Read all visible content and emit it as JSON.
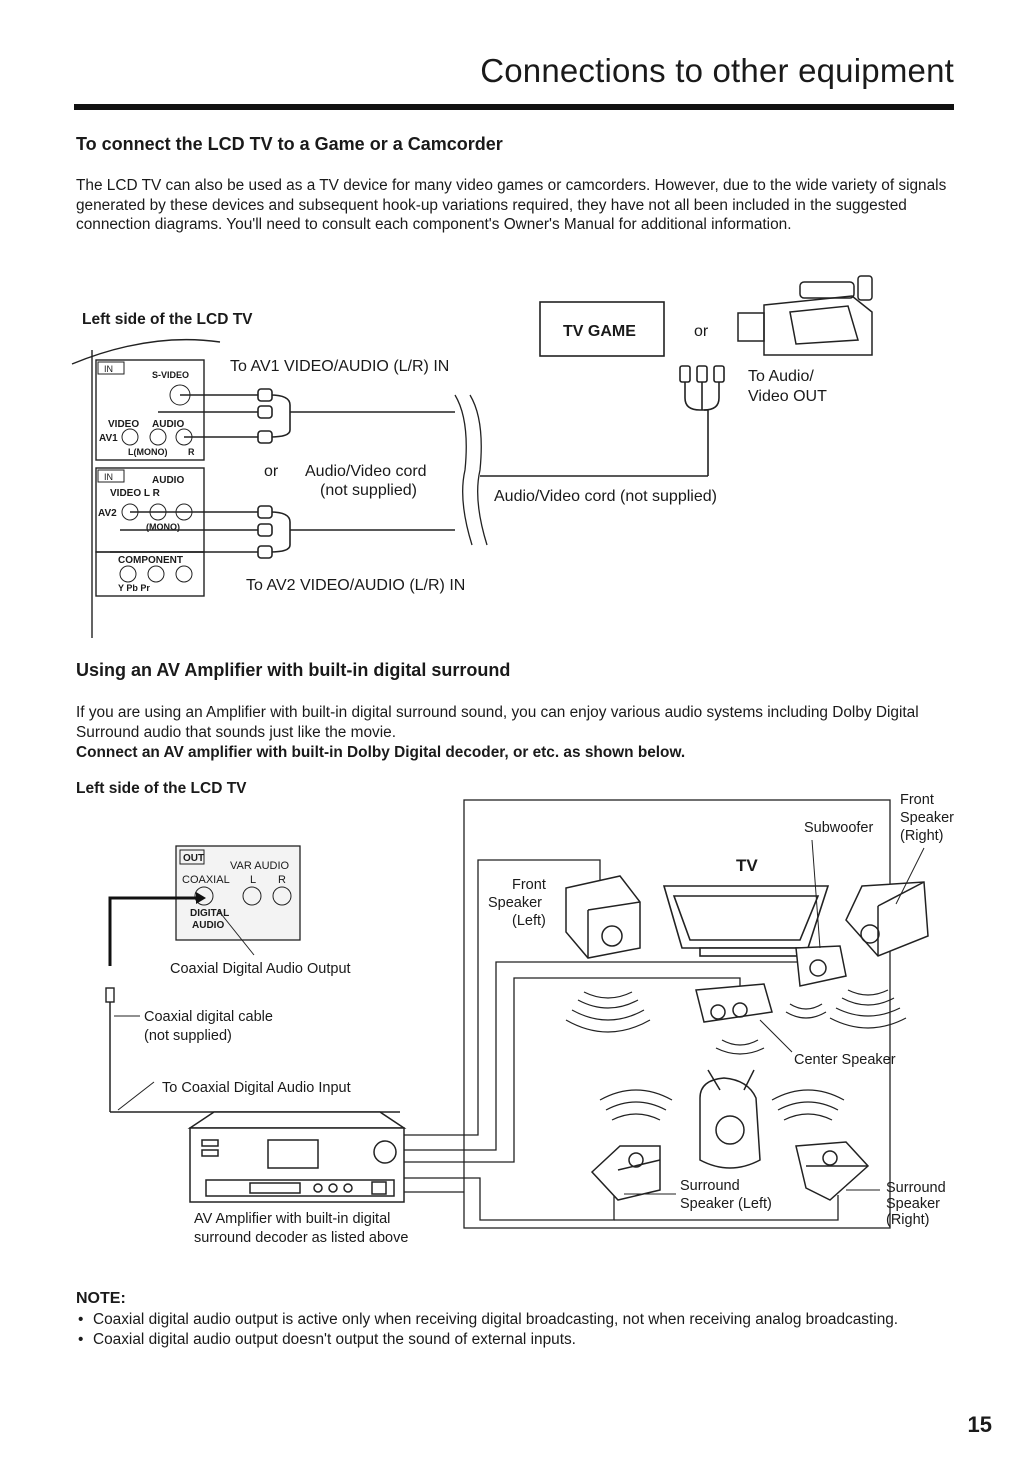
{
  "header": {
    "title": "Connections to other equipment"
  },
  "section1": {
    "heading": "To connect the LCD TV to a Game or a Camcorder",
    "paragraph": "The LCD TV can also be used as a TV device for many video games or camcorders. However, due to the wide variety of signals generated by these devices and subsequent hook-up variations required, they have not all been included in the suggested connection diagrams. You'll need to consult each component's Owner's Manual for additional information.",
    "diagram": {
      "side_label": "Left side of the LCD TV",
      "av1_label": "To AV1 VIDEO/AUDIO (L/R) IN",
      "av2_label": "To AV2 VIDEO/AUDIO (L/R) IN",
      "or_left": "or",
      "cord_left_1": "Audio/Video cord",
      "cord_left_2": "(not supplied)",
      "cord_right": "Audio/Video cord (not supplied)",
      "tv_game": "TV GAME",
      "or_right": "or",
      "out_label_1": "To Audio/",
      "out_label_2": "Video OUT",
      "panel": {
        "svideo": "S-VIDEO",
        "video": "VIDEO",
        "audio": "AUDIO",
        "lmono": "L(MONO)",
        "r": "R",
        "av1": "AV1",
        "av2": "AV2",
        "audio2": "AUDIO",
        "video_l_r": "VIDEO  L    R",
        "mono": "(MONO)",
        "component": "COMPONENT",
        "ypbpr": "Y    Pb    Pr",
        "in": "IN"
      }
    }
  },
  "section2": {
    "heading": "Using an AV Amplifier with built-in digital surround",
    "paragraph": "If you are using an Amplifier with built-in digital surround sound, you can enjoy various audio systems including Dolby Digital Surround audio that sounds just like the movie.",
    "bold_line": "Connect an AV amplifier with built-in Dolby Digital decoder, or etc. as shown below.",
    "diagram": {
      "side_label": "Left side of the LCD TV",
      "out_panel": {
        "out": "OUT",
        "var_audio": "VAR AUDIO",
        "coaxial": "COAXIAL",
        "l": "L",
        "r": "R",
        "digital": "DIGITAL",
        "audio": "AUDIO"
      },
      "coax_output": "Coaxial Digital Audio Output",
      "coax_cable_1": "Coaxial digital cable",
      "coax_cable_2": "(not supplied)",
      "coax_input": "To Coaxial Digital Audio Input",
      "amp_label_1": "AV Amplifier with built-in digital",
      "amp_label_2": "surround decoder as listed above",
      "front_left_1": "Front",
      "front_left_2": "Speaker",
      "front_left_3": "(Left)",
      "front_right_1": "Front",
      "front_right_2": "Speaker",
      "front_right_3": "(Right)",
      "subwoofer": "Subwoofer",
      "tv": "TV",
      "center": "Center Speaker",
      "surround_left_1": "Surround",
      "surround_left_2": "Speaker (Left)",
      "surround_right_1": "Surround",
      "surround_right_2": "Speaker",
      "surround_right_3": "(Right)"
    }
  },
  "note": {
    "heading": "NOTE:",
    "items": [
      "Coaxial digital audio output is active only when receiving digital broadcasting, not when receiving analog broadcasting.",
      "Coaxial digital audio output doesn't output the sound of external inputs."
    ]
  },
  "page_number": "15"
}
